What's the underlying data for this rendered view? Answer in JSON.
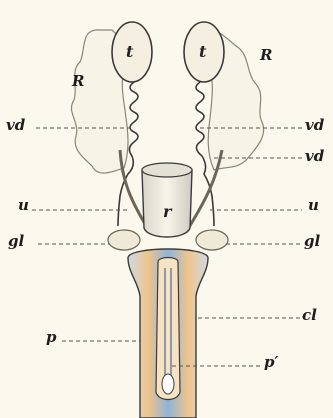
{
  "labels": {
    "t_left": "t",
    "t_right": "t",
    "R_left": "R",
    "R_right": "R",
    "r": "r",
    "vd_left": "vd",
    "vd_right_upper": "vd",
    "vd_right_lower": "vd",
    "u_left": "u",
    "u_right": "u",
    "gl_left": "gl",
    "gl_right": "gl",
    "cl": "cl",
    "p": "p",
    "p_prime": "p′"
  },
  "colors": {
    "paper": "#fbf8ee",
    "outline": "#3a3a3a",
    "testis_fill": "#f4efe0",
    "organ_orange": "#e8a85a",
    "organ_blue": "#8fb3d9"
  }
}
